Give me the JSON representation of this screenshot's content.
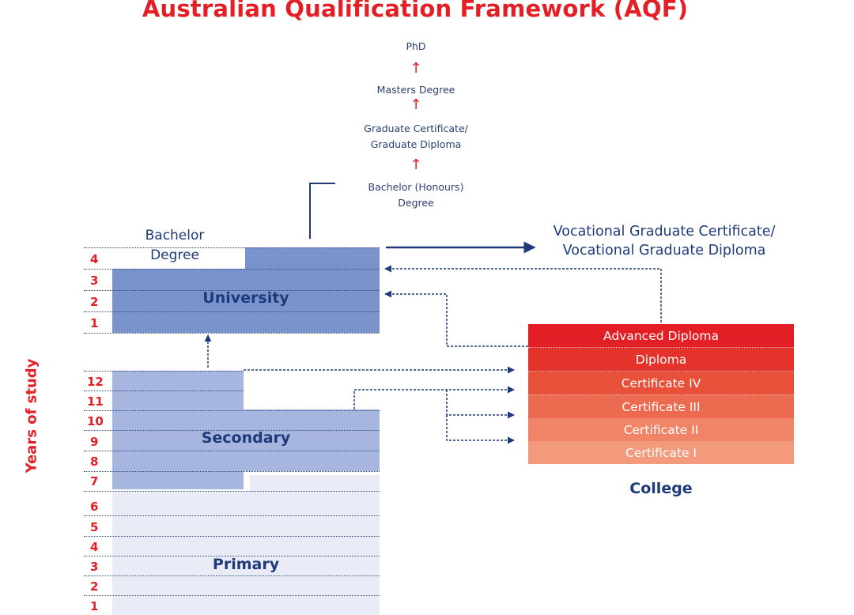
{
  "title": "Australian Qualification Framework (AQF)",
  "y_axis_label": "Years of study",
  "pathway": {
    "phd": "PhD",
    "masters": "Masters Degree",
    "grad_cert_line1": "Graduate Certificate/",
    "grad_cert_line2": "Graduate Diploma",
    "honours_line1": "Bachelor (Honours)",
    "honours_line2": "Degree"
  },
  "bachelor": {
    "line1": "Bachelor",
    "line2": "Degree"
  },
  "vocational": {
    "line1": "Vocational Graduate Certificate/",
    "line2": "Vocational Graduate Diploma"
  },
  "university": {
    "label": "University",
    "years": [
      "4",
      "3",
      "2",
      "1"
    ]
  },
  "secondary": {
    "label": "Secondary",
    "years": [
      "12",
      "11",
      "10",
      "9",
      "8",
      "7"
    ]
  },
  "primary": {
    "label": "Primary",
    "years": [
      "6",
      "5",
      "4",
      "3",
      "2",
      "1"
    ]
  },
  "college": {
    "label": "College",
    "levels": [
      {
        "name": "Advanced Diploma",
        "color": "#e31e25"
      },
      {
        "name": "Diploma",
        "color": "#e4332a"
      },
      {
        "name": "Certificate IV",
        "color": "#e8503a"
      },
      {
        "name": "Certificate III",
        "color": "#ec6a4f"
      },
      {
        "name": "Certificate II",
        "color": "#f08466"
      },
      {
        "name": "Certificate I",
        "color": "#f39a7d"
      }
    ]
  },
  "colors": {
    "accent_red": "#e31e25",
    "navy": "#1f3a78",
    "university_fill": "#7b93cc",
    "secondary_fill": "#a6b6de",
    "primary_fill": "#e9ecf7"
  }
}
